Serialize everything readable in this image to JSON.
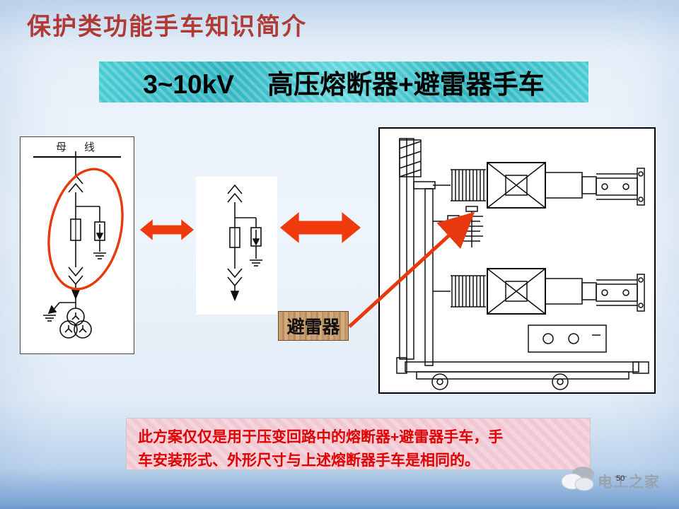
{
  "page": {
    "title": "保护类功能手车知识简介",
    "banner": "3~10kV　 高压熔断器+避雷器手车",
    "page_number": "50"
  },
  "diagram": {
    "bus_label": "母　线",
    "arrester_label": "避雷器"
  },
  "note": {
    "line1": "此方案仅仅是用于压变回路中的熔断器+避雷器手车，手",
    "line2": "车安装形式、外形尺寸与上述熔断器手车是相同的。"
  },
  "footer": {
    "logo_text": "电工之家"
  },
  "colors": {
    "accent_red": "#e8380d",
    "title_red": "#b03a36",
    "note_red": "#e00000",
    "banner_teal": "#3fc8d0",
    "wood_tan": "#c49a6c"
  }
}
